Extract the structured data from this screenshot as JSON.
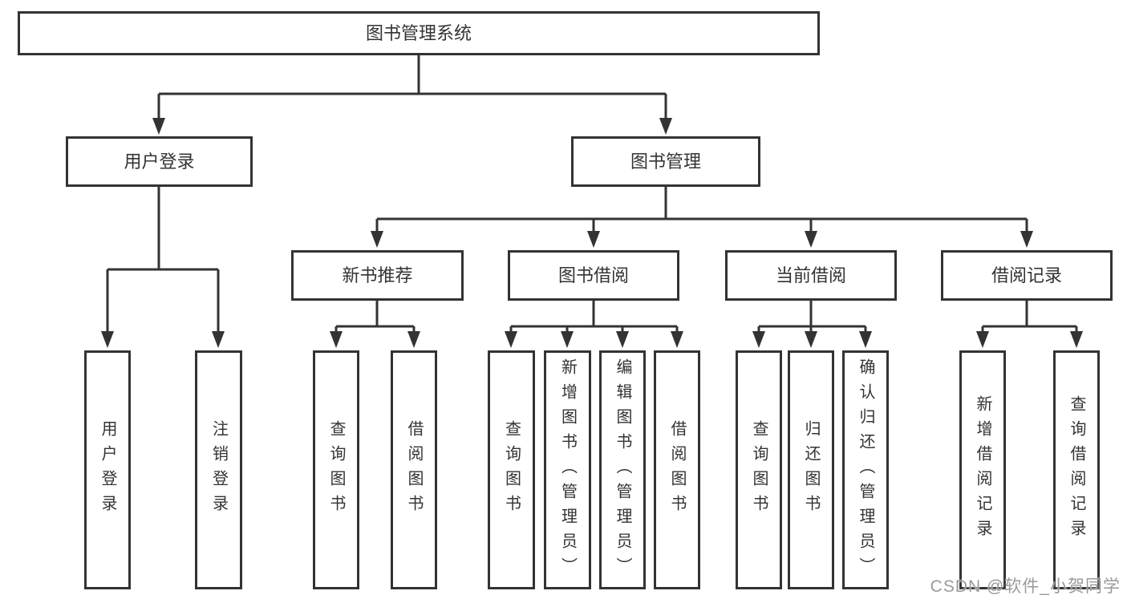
{
  "tree": {
    "root": {
      "label": "图书管理系统",
      "children": [
        {
          "label": "用户登录",
          "children": [
            {
              "label": "用户登录"
            },
            {
              "label": "注销登录"
            }
          ]
        },
        {
          "label": "图书管理",
          "children": [
            {
              "label": "新书推荐",
              "children": [
                {
                  "label": "查询图书"
                },
                {
                  "label": "借阅图书"
                }
              ]
            },
            {
              "label": "图书借阅",
              "children": [
                {
                  "label": "查询图书"
                },
                {
                  "label": "新增图书（管理员）"
                },
                {
                  "label": "编辑图书（管理员）"
                },
                {
                  "label": "借阅图书"
                }
              ]
            },
            {
              "label": "当前借阅",
              "children": [
                {
                  "label": "查询图书"
                },
                {
                  "label": "归还图书"
                },
                {
                  "label": "确认归还（管理员）"
                }
              ]
            },
            {
              "label": "借阅记录",
              "children": [
                {
                  "label": "新增借阅记录"
                },
                {
                  "label": "查询借阅记录"
                }
              ]
            }
          ]
        }
      ]
    }
  },
  "watermark": {
    "text": "CSDN @软件_小贺同学"
  },
  "colors": {
    "line": "#333333",
    "box_border": "#333333",
    "text": "#333333",
    "background": "#ffffff",
    "watermark_text": "#9a9a9a"
  }
}
